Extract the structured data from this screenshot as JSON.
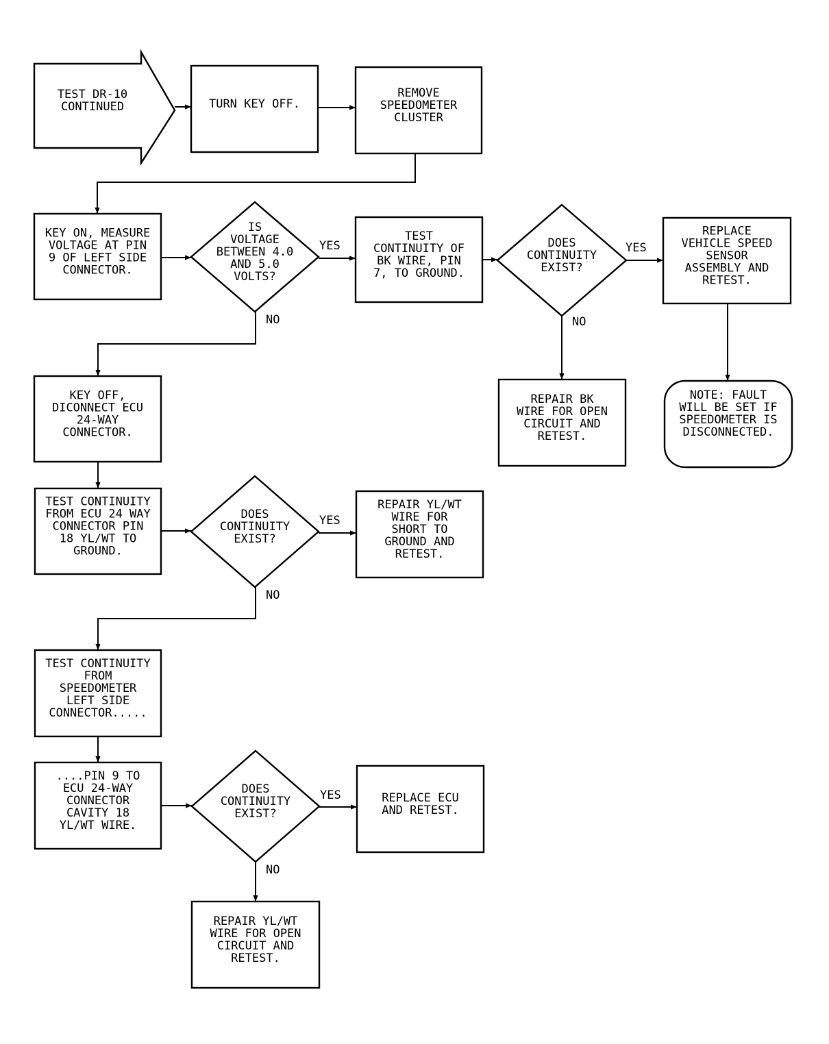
{
  "nodes": {
    "start": {
      "type": "entry-arrow",
      "lines": [
        "TEST DR-10",
        "CONTINUED"
      ]
    },
    "key_off": {
      "type": "box",
      "lines": [
        "TURN KEY OFF."
      ]
    },
    "remove": {
      "type": "box",
      "lines": [
        "REMOVE",
        "SPEEDOMETER",
        "CLUSTER"
      ]
    },
    "measure": {
      "type": "box",
      "lines": [
        "KEY ON, MEASURE",
        "VOLTAGE AT PIN",
        "9 OF LEFT SIDE",
        "CONNECTOR."
      ]
    },
    "q_voltage": {
      "type": "decision",
      "lines": [
        "IS",
        "VOLTAGE",
        "BETWEEN 4.0",
        "AND 5.0",
        "VOLTS?"
      ]
    },
    "test_bk": {
      "type": "box",
      "lines": [
        "TEST",
        "CONTINUITY OF",
        "BK WIRE, PIN",
        "7, TO GROUND."
      ]
    },
    "q_bk": {
      "type": "decision",
      "lines": [
        "DOES",
        "CONTINUITY",
        "EXIST?"
      ]
    },
    "replace_vss": {
      "type": "box",
      "lines": [
        "REPLACE",
        "VEHICLE SPEED",
        "SENSOR",
        "ASSEMBLY AND",
        "RETEST."
      ]
    },
    "repair_bk": {
      "type": "box",
      "lines": [
        "REPAIR BK",
        "WIRE FOR OPEN",
        "CIRCUIT AND",
        "RETEST."
      ]
    },
    "note": {
      "type": "rounded",
      "lines": [
        "NOTE: FAULT",
        "WILL BE SET IF",
        "SPEEDOMETER IS",
        "DISCONNECTED."
      ]
    },
    "disconnect": {
      "type": "box",
      "lines": [
        "KEY OFF,",
        "DICONNECT ECU",
        "24-WAY",
        "CONNECTOR."
      ]
    },
    "test_18": {
      "type": "box",
      "lines": [
        "TEST CONTINUITY",
        "FROM ECU 24 WAY",
        "CONNECTOR PIN",
        "18 YL/WT TO",
        "GROUND."
      ]
    },
    "q_short": {
      "type": "decision",
      "lines": [
        "DOES",
        "CONTINUITY",
        "EXIST?"
      ]
    },
    "repair_short": {
      "type": "box",
      "lines": [
        "REPAIR YL/WT",
        "WIRE FOR",
        "SHORT TO",
        "GROUND AND",
        "RETEST."
      ]
    },
    "test_speedo": {
      "type": "box",
      "lines": [
        "TEST CONTINUITY",
        "FROM",
        "SPEEDOMETER",
        "LEFT SIDE",
        "CONNECTOR....."
      ]
    },
    "pin9": {
      "type": "box",
      "lines": [
        "....PIN 9 TO",
        "ECU 24-WAY",
        "CONNECTOR",
        "CAVITY 18",
        "YL/WT WIRE."
      ]
    },
    "q_open": {
      "type": "decision",
      "lines": [
        "DOES",
        "CONTINUITY",
        "EXIST?"
      ]
    },
    "replace_ecu": {
      "type": "box",
      "lines": [
        "REPLACE ECU",
        "AND RETEST."
      ]
    },
    "repair_open": {
      "type": "box",
      "lines": [
        "REPAIR YL/WT",
        "WIRE FOR OPEN",
        "CIRCUIT AND",
        "RETEST."
      ]
    }
  },
  "edges": [
    {
      "from": "start",
      "to": "key_off",
      "label": ""
    },
    {
      "from": "key_off",
      "to": "remove",
      "label": ""
    },
    {
      "from": "remove",
      "to": "measure",
      "label": ""
    },
    {
      "from": "measure",
      "to": "q_voltage",
      "label": ""
    },
    {
      "from": "q_voltage",
      "to": "test_bk",
      "label": "YES"
    },
    {
      "from": "q_voltage",
      "to": "disconnect",
      "label": "NO"
    },
    {
      "from": "test_bk",
      "to": "q_bk",
      "label": ""
    },
    {
      "from": "q_bk",
      "to": "replace_vss",
      "label": "YES"
    },
    {
      "from": "q_bk",
      "to": "repair_bk",
      "label": "NO"
    },
    {
      "from": "replace_vss",
      "to": "note",
      "label": ""
    },
    {
      "from": "disconnect",
      "to": "test_18",
      "label": ""
    },
    {
      "from": "test_18",
      "to": "q_short",
      "label": ""
    },
    {
      "from": "q_short",
      "to": "repair_short",
      "label": "YES"
    },
    {
      "from": "q_short",
      "to": "test_speedo",
      "label": "NO"
    },
    {
      "from": "test_speedo",
      "to": "pin9",
      "label": ""
    },
    {
      "from": "pin9",
      "to": "q_open",
      "label": ""
    },
    {
      "from": "q_open",
      "to": "replace_ecu",
      "label": "YES"
    },
    {
      "from": "q_open",
      "to": "repair_open",
      "label": "NO"
    }
  ]
}
